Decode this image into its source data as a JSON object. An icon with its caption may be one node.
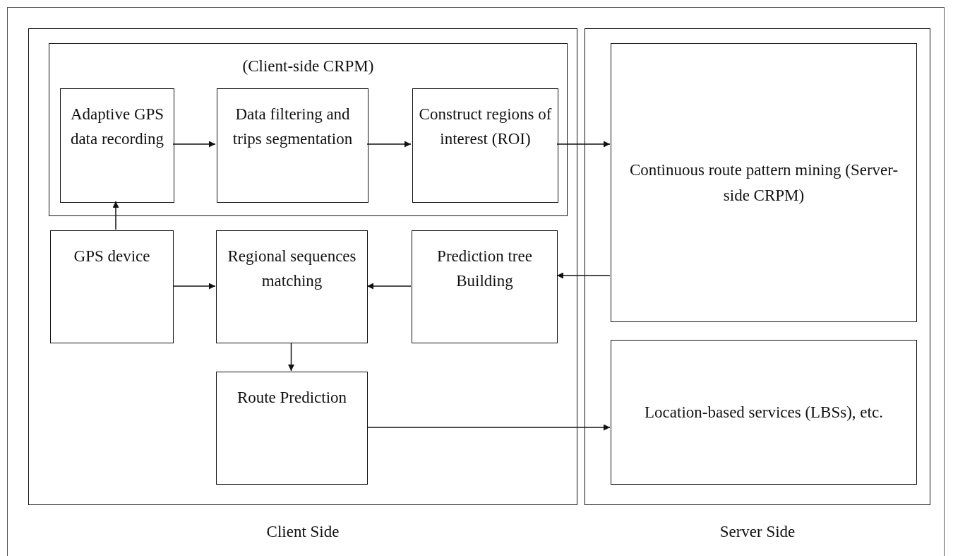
{
  "diagram": {
    "nodes": [
      {
        "text": [
          "Client Side"
        ]
      },
      {
        "text": [
          "(Client-side CRPM)"
        ],
        "in": 0
      },
      {
        "text": [
          "Adaptive GPS data recording"
        ],
        "in": 1
      },
      {
        "text": [
          "Data filtering and trips segmentation"
        ],
        "in": 1
      },
      {
        "text": [
          "Construct regions of interest (ROI)"
        ],
        "in": 1
      },
      {
        "text": [
          "GPS device"
        ],
        "in": 0
      },
      {
        "text": [
          "Regional sequences matching"
        ],
        "in": 0
      },
      {
        "text": [
          "Prediction tree Building"
        ],
        "in": 0
      },
      {
        "text": [
          "Route Prediction"
        ],
        "in": 0
      },
      {
        "text": [
          "Server Side"
        ]
      },
      {
        "text": [
          "Continuous route pattern mining (Server-side CRPM)"
        ],
        "in": 9
      },
      {
        "text": [
          "Location-based services (LBSs), etc."
        ],
        "in": 9
      }
    ],
    "edges": [
      {
        "from": 2,
        "to": 3,
        "arrow": "to"
      },
      {
        "from": 3,
        "to": 4,
        "arrow": "to"
      },
      {
        "from": 4,
        "to": 10,
        "arrow": "to"
      },
      {
        "from": 5,
        "to": 2,
        "arrow": "to"
      },
      {
        "from": 5,
        "to": 6,
        "arrow": "to"
      },
      {
        "from": 7,
        "to": 6,
        "arrow": "to"
      },
      {
        "from": 10,
        "to": 7,
        "arrow": "to"
      },
      {
        "from": 6,
        "to": 8,
        "arrow": "to"
      },
      {
        "from": 8,
        "to": 11,
        "arrow": "to"
      }
    ]
  }
}
